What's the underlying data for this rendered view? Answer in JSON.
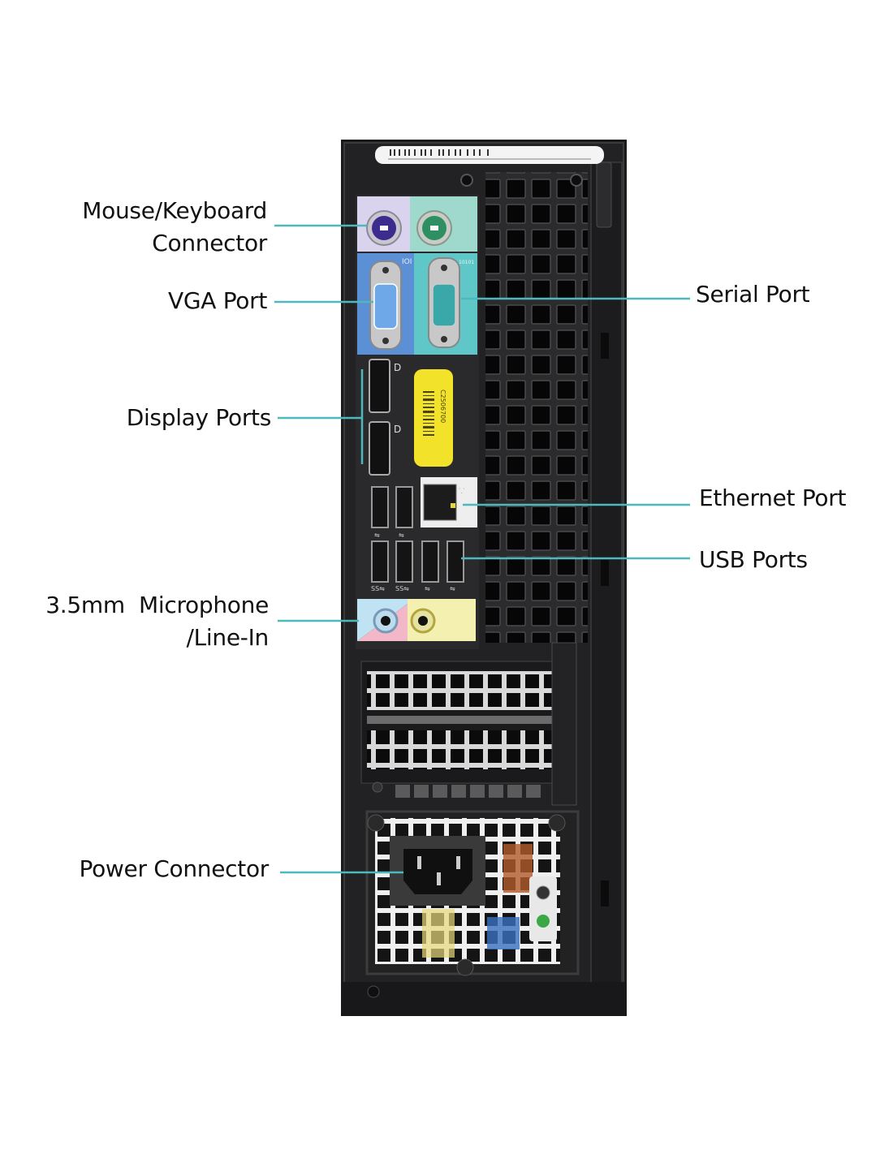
{
  "title": "Desktop PC rear panel port diagram",
  "colors": {
    "leader_line": "#4fb8bd",
    "chassis": "#1c1c1e",
    "ps2_mouse_bg": "#d9d3ee",
    "ps2_kbd_bg": "#9fd8cc",
    "vga_bg": "#5b8fd6",
    "serial_bg": "#5fc7c8",
    "barcode_sticker": "#f2e22a",
    "audio_mic_bg": "#f2b8c8",
    "audio_line_bg": "#f4f1b0",
    "power_led": "#3aa845"
  },
  "labels": {
    "mouse_keyboard": [
      "Mouse/Keyboard",
      "Connector"
    ],
    "vga": "VGA Port",
    "display_ports": "Display Ports",
    "microphone": [
      "3.5mm  Microphone",
      "/Line-In"
    ],
    "power": "Power Connector",
    "serial": "Serial Port",
    "ethernet": "Ethernet Port",
    "usb": "USB Ports"
  },
  "sticker": {
    "barcode_text": "C2506700"
  },
  "port_icons": {
    "vga": "IOI",
    "serial": "10101"
  }
}
